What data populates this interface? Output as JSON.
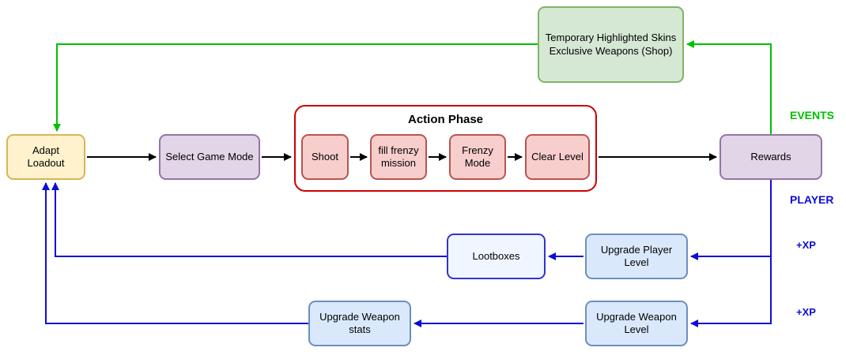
{
  "nodes": {
    "adapt_loadout": "Adapt Loadout",
    "select_game_mode": "Select Game Mode",
    "action_phase_title": "Action Phase",
    "shoot": "Shoot",
    "fill_frenzy_mission": "fill frenzy mission",
    "frenzy_mode": "Frenzy Mode",
    "clear_level": "Clear Level",
    "rewards": "Rewards",
    "shop_line1": "Temporary Highlighted Skins",
    "shop_line2": "Exclusive Weapons (Shop)",
    "lootboxes": "Lootboxes",
    "upgrade_player_level": "Upgrade Player Level",
    "upgrade_weapon_level": "Upgrade Weapon Level",
    "upgrade_weapon_stats": "Upgrade Weapon stats"
  },
  "labels": {
    "events": "EVENTS",
    "player": "PLAYER",
    "xp_player_level": "+XP",
    "xp_weapon_level": "+XP"
  },
  "colors": {
    "loadout_fill": "#fff2cc",
    "loadout_border": "#d6b656",
    "mode_fill": "#e1d5e7",
    "mode_border": "#9673a6",
    "action_fill": "#f8cecc",
    "action_border": "#b85450",
    "action_container_border": "#cc0000",
    "shop_fill": "#d5e8d4",
    "shop_border": "#82b366",
    "progress_fill": "#dae8fc",
    "progress_border": "#6c8ebf",
    "lootboxes_fill": "#f0f6ff",
    "lootboxes_border": "#3333cc",
    "arrow_black": "#000000",
    "arrow_green": "#00c000",
    "arrow_blue": "#0d0dd6"
  }
}
